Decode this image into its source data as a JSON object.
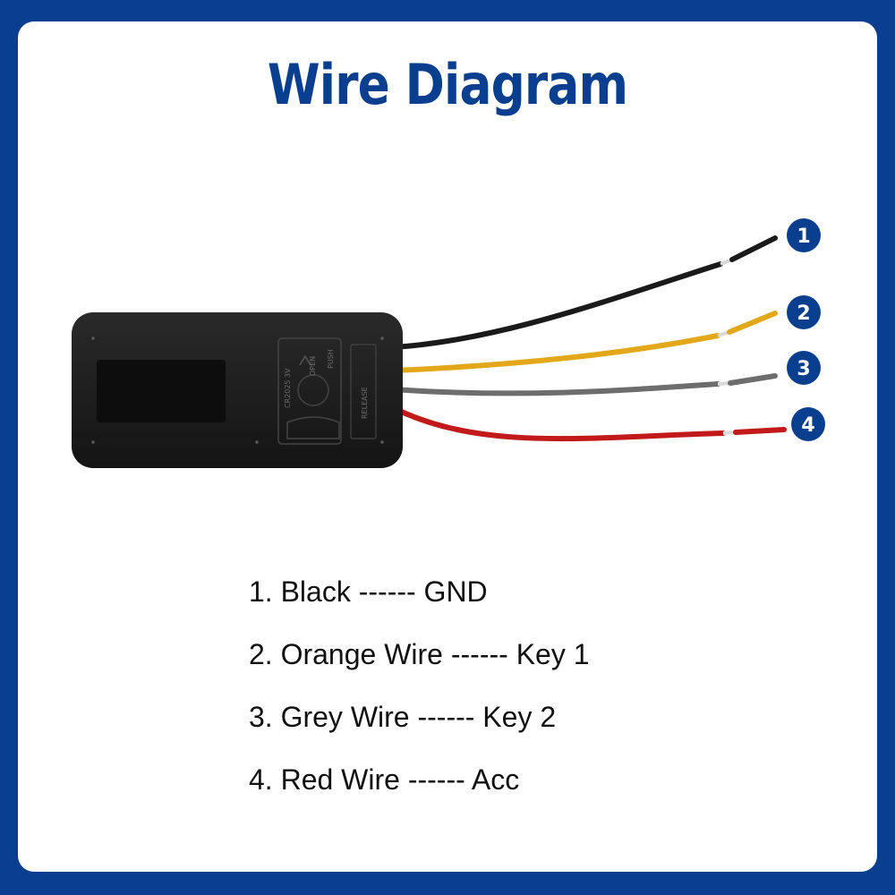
{
  "title": "Wire Diagram",
  "device": {
    "body_color": "#1c1c1c",
    "print_battery": "CR2025 3V",
    "print_open": "OPEN",
    "print_push": "PUSH",
    "print_release": "RELEASE"
  },
  "badges": {
    "color": "#0a3f8f",
    "numbers": [
      "1",
      "2",
      "3",
      "4"
    ]
  },
  "wires": [
    {
      "name": "Black",
      "color": "#1a1a1a"
    },
    {
      "name": "Orange Wire",
      "color": "#e2a81a"
    },
    {
      "name": "Grey Wire",
      "color": "#6d6d6d"
    },
    {
      "name": "Red Wire",
      "color": "#c21a1a"
    }
  ],
  "legend": [
    "1. Black ------ GND",
    "2. Orange Wire ------ Key 1",
    "3. Grey Wire ------ Key 2",
    "4. Red Wire ------ Acc"
  ]
}
